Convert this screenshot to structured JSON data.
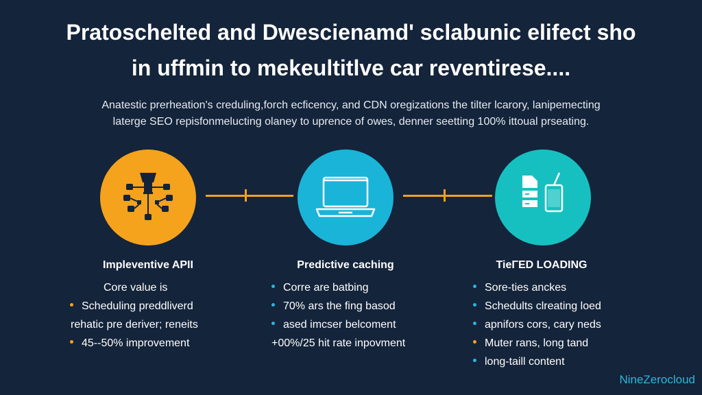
{
  "header": {
    "title_line1": "Pratoschelted and Dwescienamd' sclabunic elifect sho",
    "title_line2": "in uffmin to mekeultitlve car reventirese....",
    "subtitle_line1": "Anatestic prerheation's creduling,forch ecficency, and CDN oregizations the tilter lcarory, lanipemecting",
    "subtitle_line2": "laterge SEO repisfonmelucting olaney to uprence of owes, denner seetting 100% ittoual prseating."
  },
  "colors": {
    "background": "#14243a",
    "orange": "#f5a21c",
    "blue": "#1ab4d8",
    "teal": "#17c0c0",
    "bullet_blue": "#2bb4e4",
    "brand": "#2db6d8"
  },
  "icons": [
    "network-hierarchy-icon",
    "laptop-icon",
    "server-mobile-icon"
  ],
  "columns": [
    {
      "title": "Impleventive APII",
      "lines": [
        {
          "text": "Core value is",
          "bullet": null
        },
        {
          "text": "Scheduling preddliverd",
          "bullet": "#f5a21c"
        },
        {
          "text": "rehatic pre deriver; reneits",
          "bullet": null
        },
        {
          "text": "45--50% improvement",
          "bullet": "#f5a21c"
        }
      ]
    },
    {
      "title": "Predictive caching",
      "lines": [
        {
          "text": "Corre are batbing",
          "bullet": "#2bb4e4"
        },
        {
          "text": "70% ars the fing basod",
          "bullet": "#2bb4e4"
        },
        {
          "text": "ased imcser belcoment",
          "bullet": "#2bb4e4"
        },
        {
          "text": "+00%/25 hit rate inpovment",
          "bullet": null
        }
      ]
    },
    {
      "title": "TieΓED LOADING",
      "lines": [
        {
          "text": "Sore-ties anckes",
          "bullet": "#2bb4e4"
        },
        {
          "text": "Schedults clreating loed",
          "bullet": "#2bb4e4"
        },
        {
          "text": "apnifors cors, cary neds",
          "bullet": "#2bb4e4"
        },
        {
          "text": "Muter rans, long tand",
          "bullet": "#f5a21c"
        },
        {
          "text": "long-taill content",
          "bullet": "#2bb4e4"
        }
      ]
    }
  ],
  "brand": "NineZerocloud"
}
